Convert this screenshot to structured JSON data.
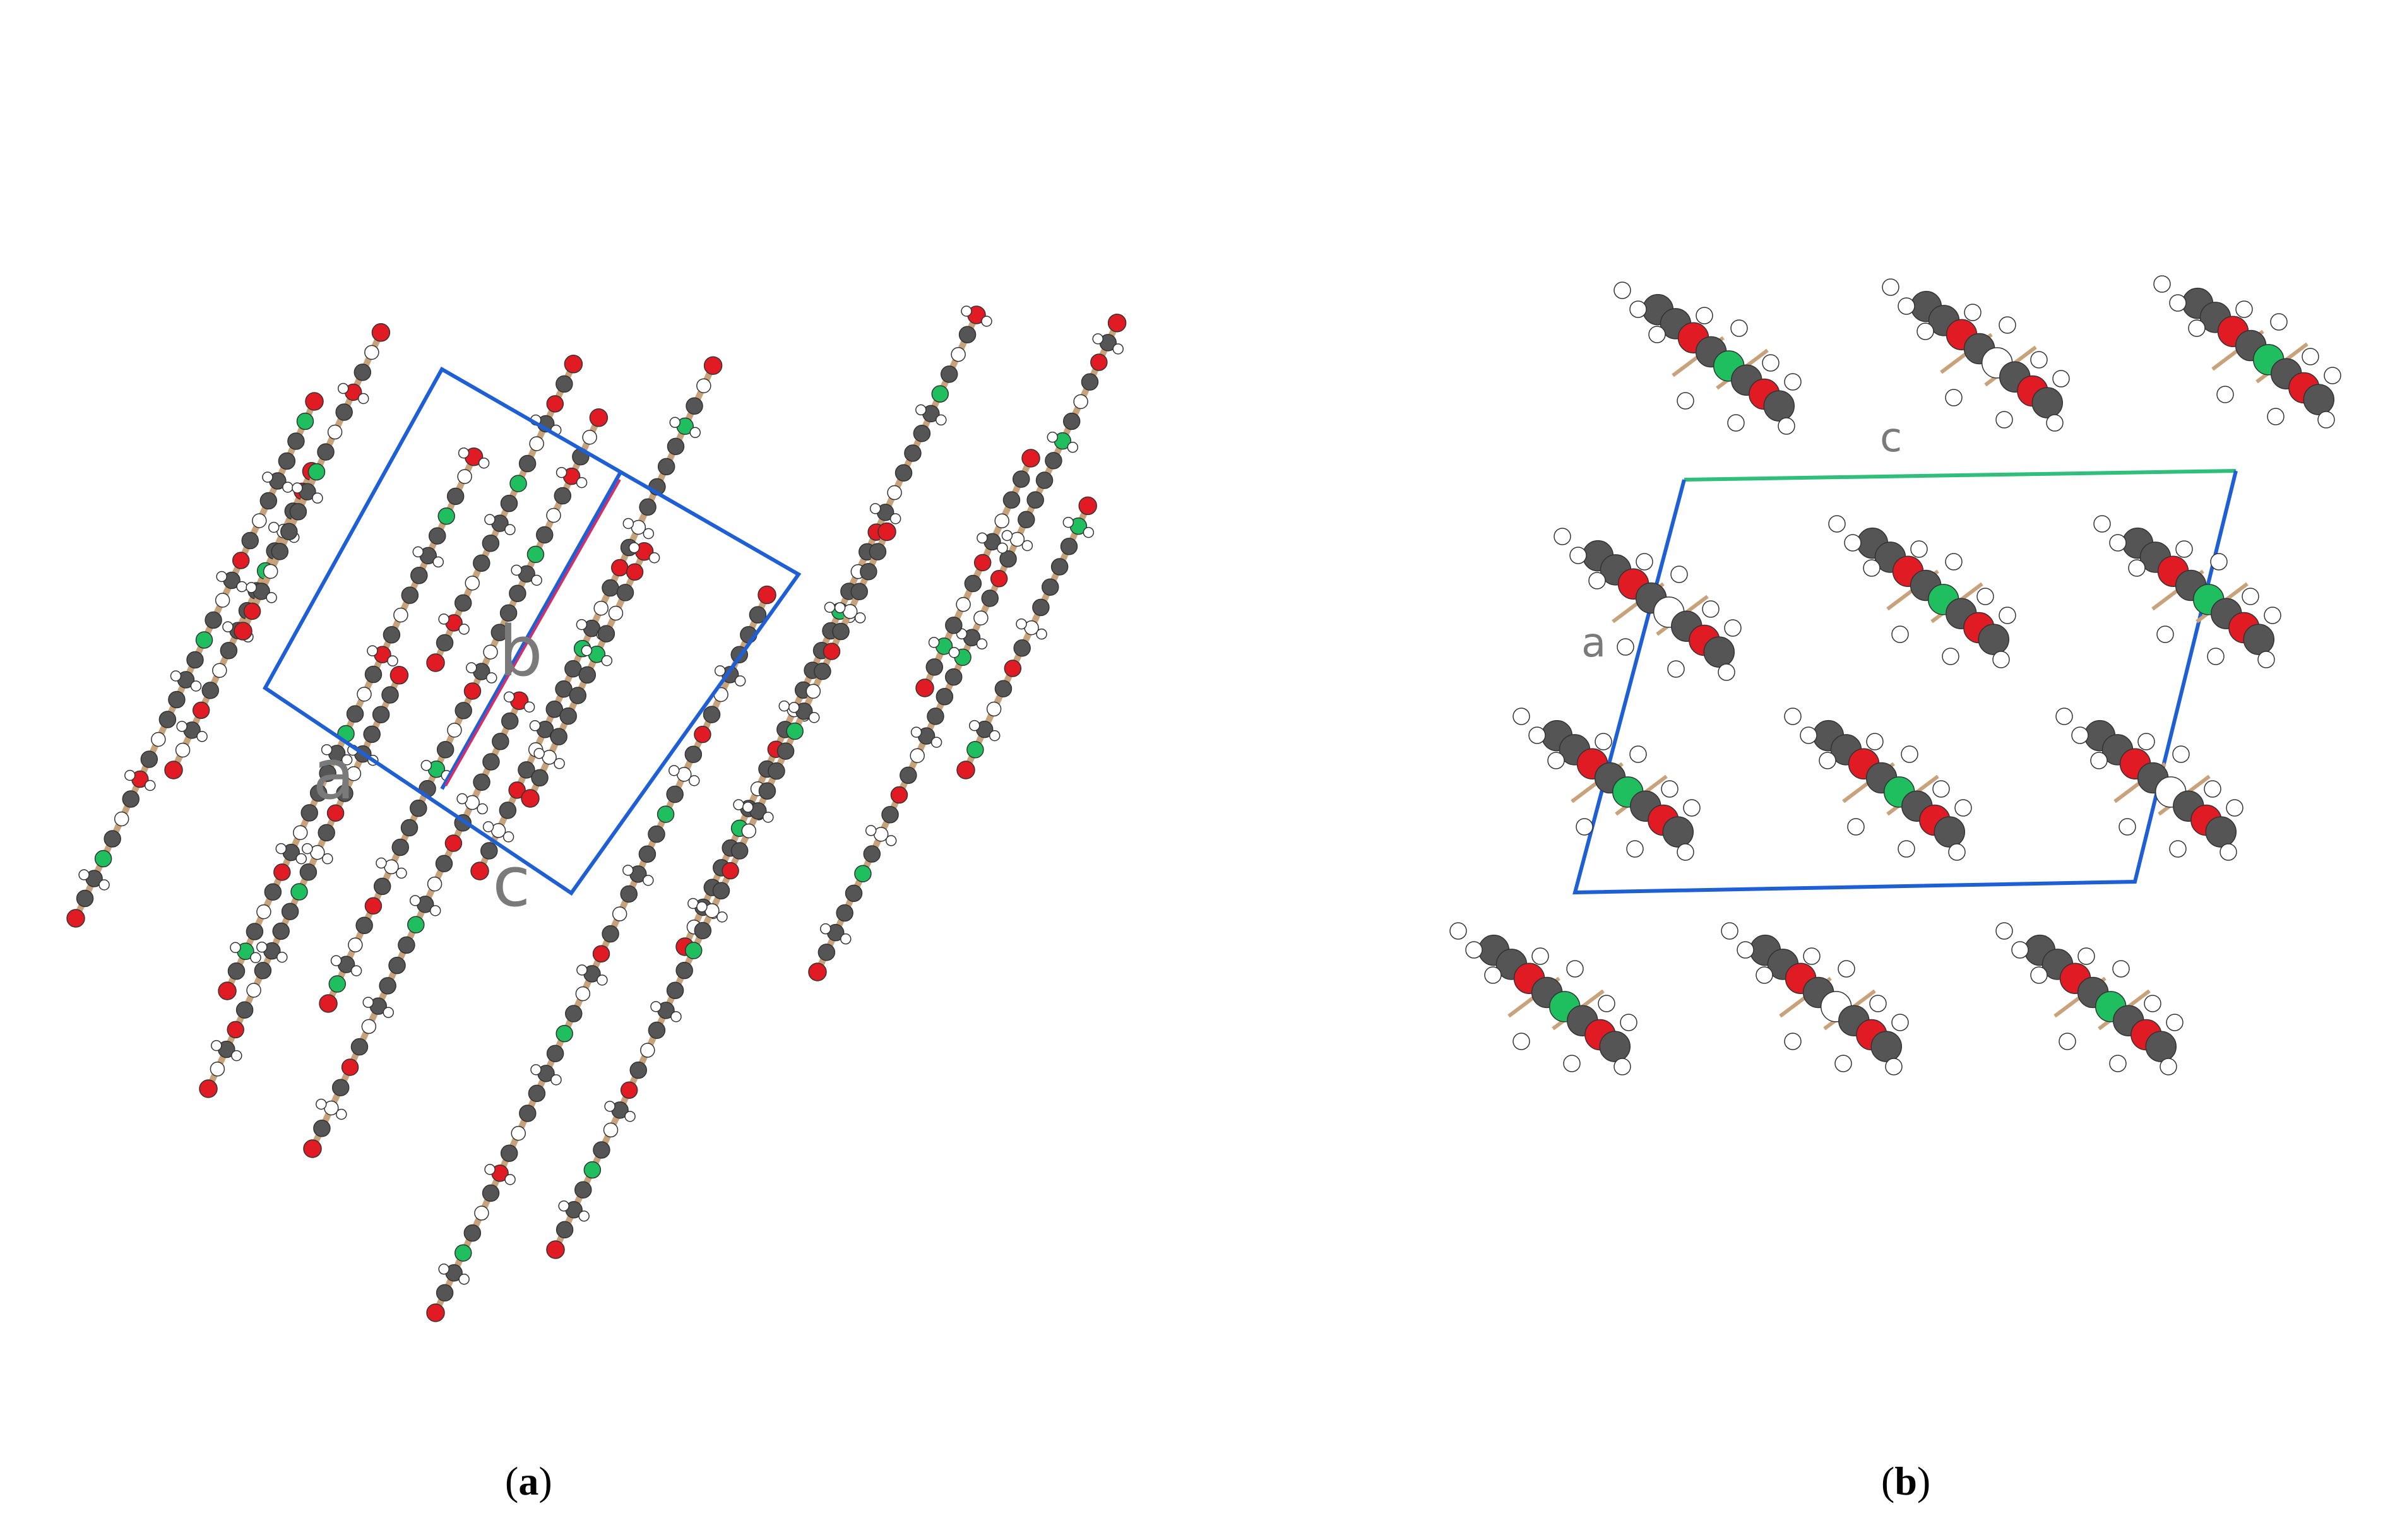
{
  "panels": [
    {
      "id": "a",
      "caption_open": "(",
      "caption_letter": "a",
      "caption_close": ")",
      "axis_labels": {
        "a": "a",
        "b": "b",
        "c": "c"
      }
    },
    {
      "id": "b",
      "caption_open": "(",
      "caption_letter": "b",
      "caption_close": ")",
      "axis_labels": {
        "a": "a",
        "c": "c"
      }
    }
  ],
  "colors": {
    "carbon": "#555555",
    "oxygen": "#e01b24",
    "nitrogen": "#1fbf5f",
    "hydrogen": "#ffffff",
    "bond": "#c8a27a",
    "cell_edge": "#1f5fd6",
    "c_axis_edge": "#2fbf7a",
    "b_axis_edge": "#d0306a"
  }
}
